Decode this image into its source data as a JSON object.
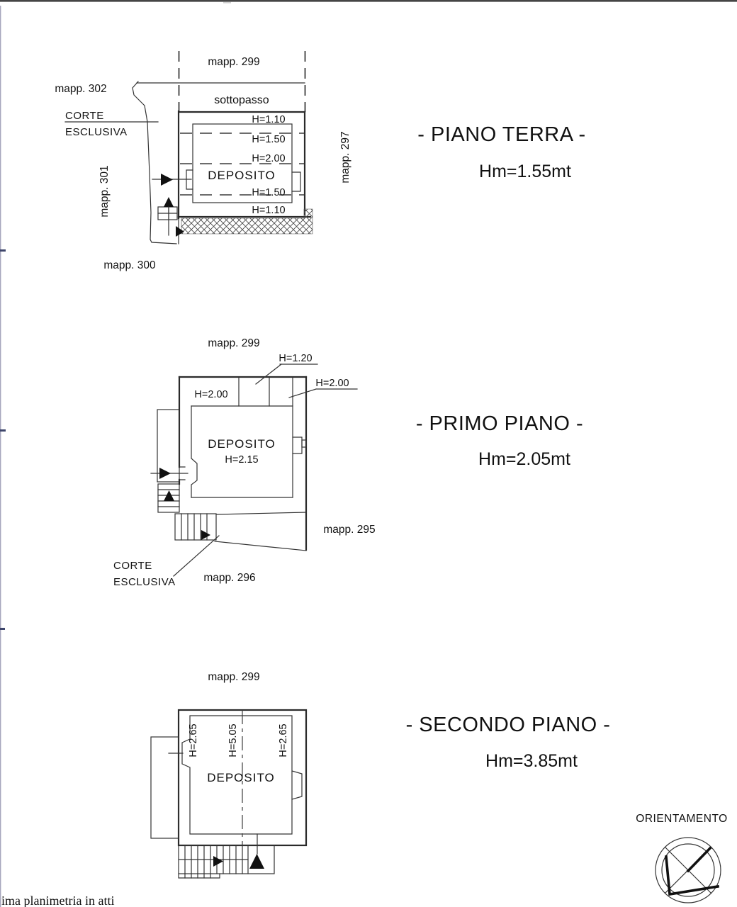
{
  "sheet": {
    "footer_note": "ima planimetria in atti",
    "orientation_label": "ORIENTAMENTO"
  },
  "floors": [
    {
      "title": "- PIANO TERRA -",
      "mean_height": "Hm=1.55mt",
      "room": "DEPOSITO",
      "underpass": "sottopasso",
      "court_1": "CORTE",
      "court_2": "ESCLUSIVA",
      "mapp_top": "mapp. 299",
      "mapp_left_outer": "mapp. 302",
      "mapp_left": "mapp. 301",
      "mapp_right": "mapp. 297",
      "mapp_bottom": "mapp. 300",
      "h_zones": [
        "H=1.10",
        "H=1.50",
        "H=2.00",
        "H=1.50",
        "H=1.10"
      ]
    },
    {
      "title": "- PRIMO PIANO -",
      "mean_height": "Hm=2.05mt",
      "room": "DEPOSITO",
      "room_height": "H=2.15",
      "court_1": "CORTE",
      "court_2": "ESCLUSIVA",
      "mapp_top": "mapp. 299",
      "mapp_right": "mapp. 295",
      "mapp_bottom": "mapp. 296",
      "h_attic_left": "H=2.00",
      "h_attic_mid": "H=1.20",
      "h_attic_right": "H=2.00"
    },
    {
      "title": "- SECONDO PIANO -",
      "mean_height": "Hm=3.85mt",
      "room": "DEPOSITO",
      "mapp_top": "mapp. 299",
      "h_left": "H=2.65",
      "h_mid": "H=5.05",
      "h_right": "H=2.65"
    }
  ]
}
